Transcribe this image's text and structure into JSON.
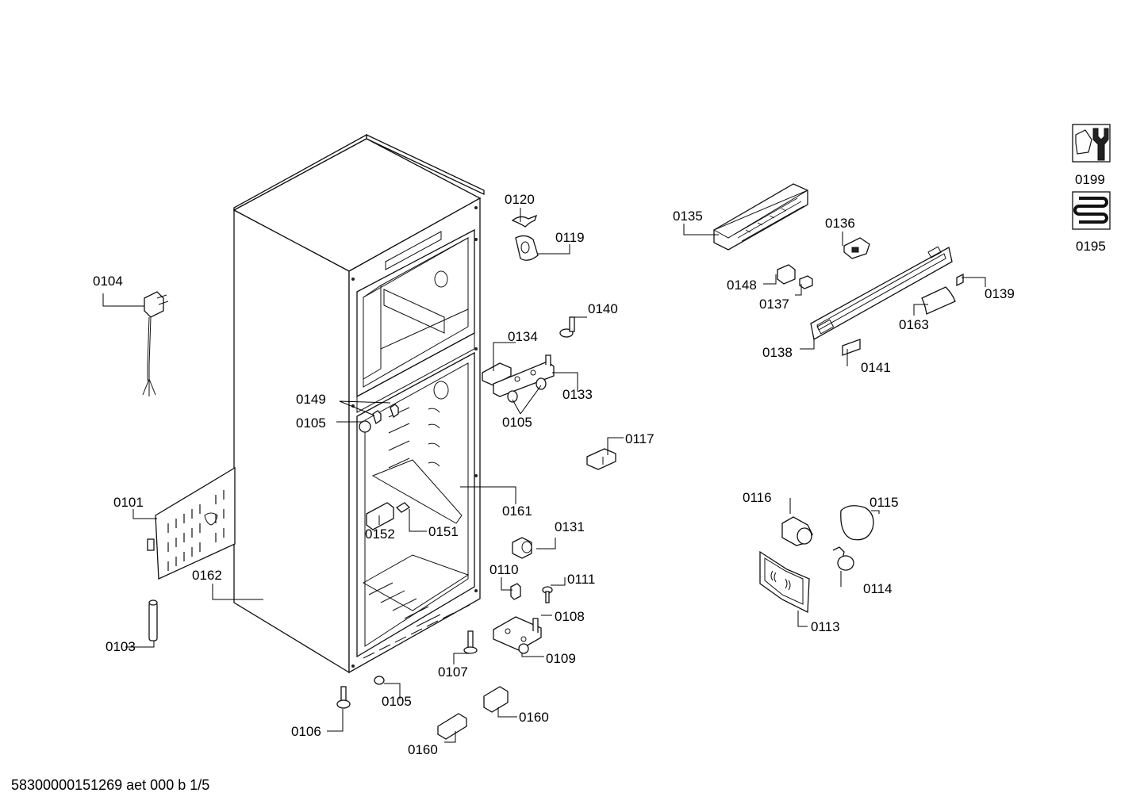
{
  "footer_text": "58300000151269 aet 000 b 1/5",
  "labels": {
    "p0199": "0199",
    "p0195": "0195",
    "p0120": "0120",
    "p0119": "0119",
    "p0135": "0135",
    "p0136": "0136",
    "p0148": "0148",
    "p0137": "0137",
    "p0139": "0139",
    "p0163": "0163",
    "p0138": "0138",
    "p0141": "0141",
    "p0104": "0104",
    "p0140": "0140",
    "p0134": "0134",
    "p0133": "0133",
    "p0149": "0149",
    "p0105a": "0105",
    "p0105b": "0105",
    "p0105c": "0105",
    "p0117": "0117",
    "p0161": "0161",
    "p0101": "0101",
    "p0152": "0152",
    "p0151": "0151",
    "p0131": "0131",
    "p0116": "0116",
    "p0115": "0115",
    "p0110": "0110",
    "p0111": "0111",
    "p0162": "0162",
    "p0108": "0108",
    "p0114": "0114",
    "p0103": "0103",
    "p0109": "0109",
    "p0113": "0113",
    "p0107": "0107",
    "p0160a": "0160",
    "p0160b": "0160",
    "p0106": "0106"
  }
}
